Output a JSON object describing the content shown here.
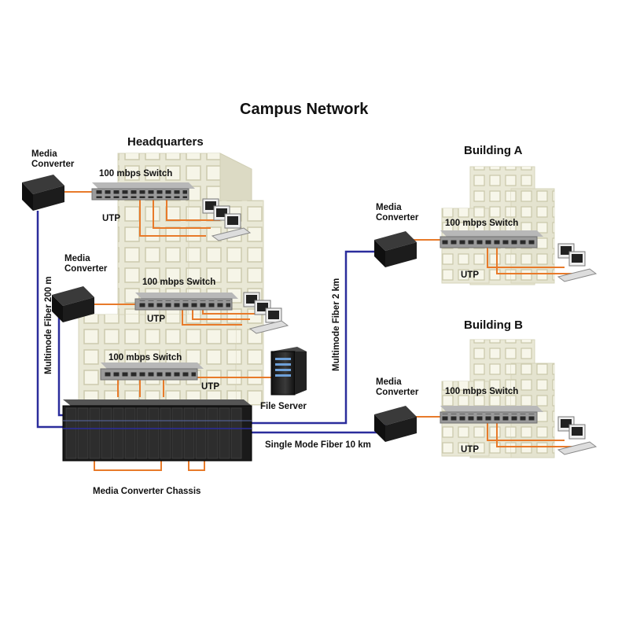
{
  "title": "Campus Network",
  "sites": {
    "hq": "Headquarters",
    "building_a": "Building A",
    "building_b": "Building B"
  },
  "labels": {
    "media_converter": "Media\nConverter",
    "switch": "100 mbps Switch",
    "utp": "UTP",
    "file_server": "File Server",
    "chassis": "Media Converter Chassis",
    "fiber_200m": "Multimode Fiber 200 m",
    "fiber_2km": "Multimode Fiber 2 km",
    "single_mode": "Single Mode Fiber 10 km"
  },
  "colors": {
    "fiber_blue": "#2b2d9c",
    "utp_orange": "#e87a2a",
    "building_fill": "#e9e8d6",
    "switch_gray": "#9a9a9a",
    "device_dark": "#1c1c1c"
  },
  "icons": [
    "media-converter-icon",
    "switch-icon",
    "computer-icon",
    "server-icon",
    "building-icon",
    "chassis-icon"
  ]
}
